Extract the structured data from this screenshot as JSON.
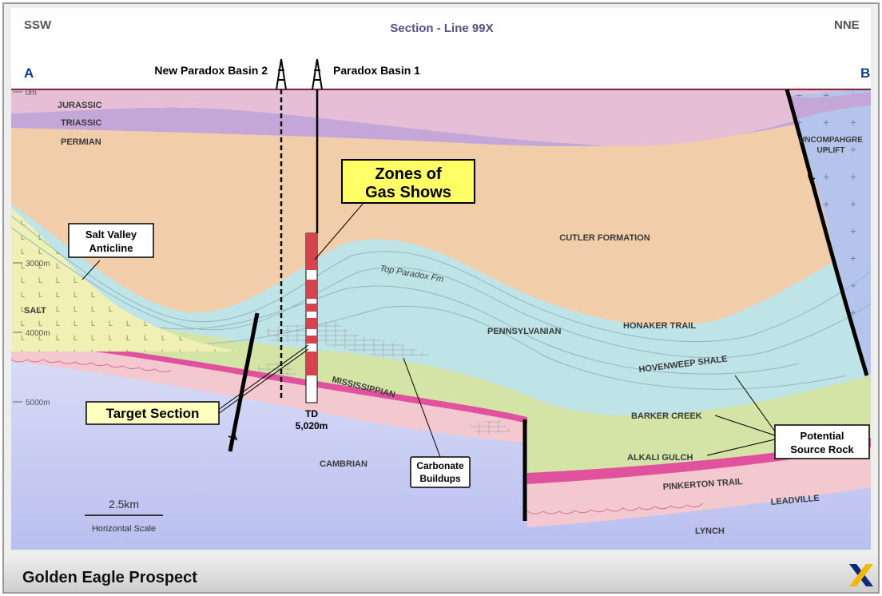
{
  "header": {
    "left": "SSW",
    "title": "Section - Line 99X",
    "right": "NNE",
    "point_a": "A",
    "point_b": "B"
  },
  "wells": {
    "well_2": "New Paradox Basin 2",
    "well_1": "Paradox Basin 1",
    "td_line1": "TD",
    "td_line2": "5,020m"
  },
  "depth_ticks": [
    "0m",
    "3000m",
    "4000m",
    "5000m"
  ],
  "formations": {
    "jurassic": "JURASSIC",
    "triassic": "TRIASSIC",
    "permian": "PERMIAN",
    "cutler": "CUTLER FORMATION",
    "uncompahgre_1": "UNCOMPAHGRE",
    "uncompahgre_2": "UPLIFT",
    "top_paradox": "Top Paradox Fm",
    "pennsylvanian": "PENNSYLVANIAN",
    "honaker": "HONAKER TRAIL",
    "hovenweep": "HOVENWEEP SHALE",
    "mississippian": "MISSISSIPPIAN",
    "barker": "BARKER CREEK",
    "alkali": "ALKALI GULCH",
    "pinkerton": "PINKERTON TRAIL",
    "leadville": "LEADVILLE",
    "lynch": "LYNCH",
    "cambrian": "CAMBRIAN",
    "salt": "SALT"
  },
  "callouts": {
    "gas_shows_1": "Zones of",
    "gas_shows_2": "Gas Shows",
    "salt_valley_1": "Salt Valley",
    "salt_valley_2": "Anticline",
    "target": "Target Section",
    "carbonate_1": "Carbonate",
    "carbonate_2": "Buildups",
    "source_1": "Potential",
    "source_2": "Source Rock"
  },
  "scale": {
    "value": "2.5km",
    "caption": "Horizontal Scale"
  },
  "footer": {
    "title": "Golden Eagle Prospect",
    "logo": "x-logo-icon"
  },
  "colors": {
    "jurassic": "#e6bfd6",
    "triassic": "#c4a6d8",
    "permian": "#f2cda9",
    "pennsylvanian": "#bfe4e8",
    "salt": "#f0f0b4",
    "mississippian": "#d4e4a6",
    "pink_band": "#e0529e",
    "pre_cambrian": "#c9cdf2",
    "uplift": "#b4c4ea",
    "callout_yellow": "#ffff66",
    "footer_bg": "#dcdcdc"
  }
}
